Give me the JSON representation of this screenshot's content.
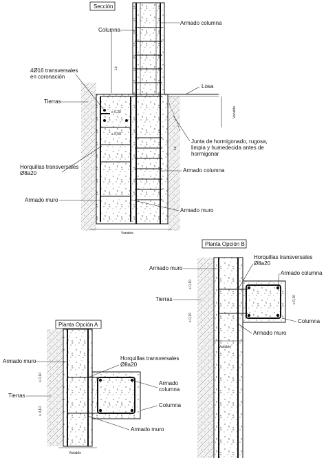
{
  "seccion": {
    "title": "Sección",
    "labels": {
      "columna_top": "Columna",
      "armado_columna_top": "Armado columna",
      "transversales": "4Ø16 transversales",
      "coronacion": "en coronación",
      "losa": "Losa",
      "tierras": "Tierras",
      "junta1": "Junta de hormigonado, rugosa,",
      "junta2": "limpia y humedecida antes de",
      "junta3": "hormigonar",
      "horquillas": "Horquillas transversales",
      "horquillas_spec": "Ø8a20",
      "armado_columna_mid": "Armado columna",
      "armado_muro_left": "Armado muro",
      "armado_muro_right": "Armado muro"
    },
    "dims": {
      "variable_h": "Variable",
      "variable_v": "Variable",
      "lb": "Lb",
      "ls": "Ls",
      "d020": "≥ 0,20",
      "d050": "≥ 0,50"
    }
  },
  "planta_b": {
    "title": "Planta Opción B",
    "labels": {
      "armado_muro_top": "Armado muro",
      "horquillas": "Horquillas transversales",
      "horquillas_spec": "Ø8a20",
      "armado_columna": "Armado columna",
      "tierras": "Tierras",
      "columna": "Columna",
      "armado_muro_bottom": "Armado muro"
    },
    "dims": {
      "variable": "Variable",
      "d1": "≥ 0,10",
      "d2": "≥ 0,10",
      "d3": "≥ 0,10"
    }
  },
  "planta_a": {
    "title": "Planta Opción A",
    "labels": {
      "armado_muro_top": "Armado muro",
      "horquillas": "Horquillas transversales",
      "horquillas_spec": "Ø8a20",
      "armado_columna1": "Armado",
      "armado_columna2": "columna",
      "tierras": "Tierras",
      "columna": "Columna",
      "armado_muro_bottom": "Armado muro"
    },
    "dims": {
      "variable": "Variable",
      "d1": "≥ 0,10",
      "d2": "≥ 0,10"
    }
  }
}
